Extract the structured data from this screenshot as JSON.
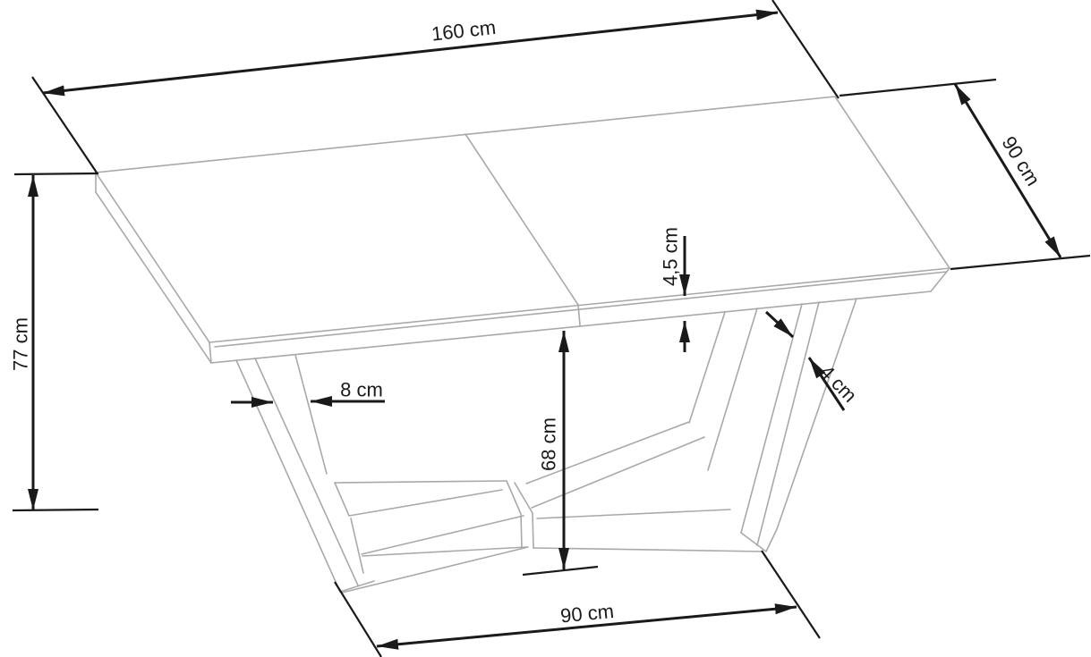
{
  "diagram": {
    "background": "#ffffff",
    "outline_color": "#a9a9a9",
    "dimension_color": "#1a1a1a",
    "labels": {
      "top_length": "160 cm",
      "top_depth": "90 cm",
      "overall_height": "77 cm",
      "leg_offset": "8 cm",
      "top_thickness": "4,5 cm",
      "leg_thickness": "4 cm",
      "underside_height": "68 cm",
      "base_length": "90 cm"
    }
  }
}
